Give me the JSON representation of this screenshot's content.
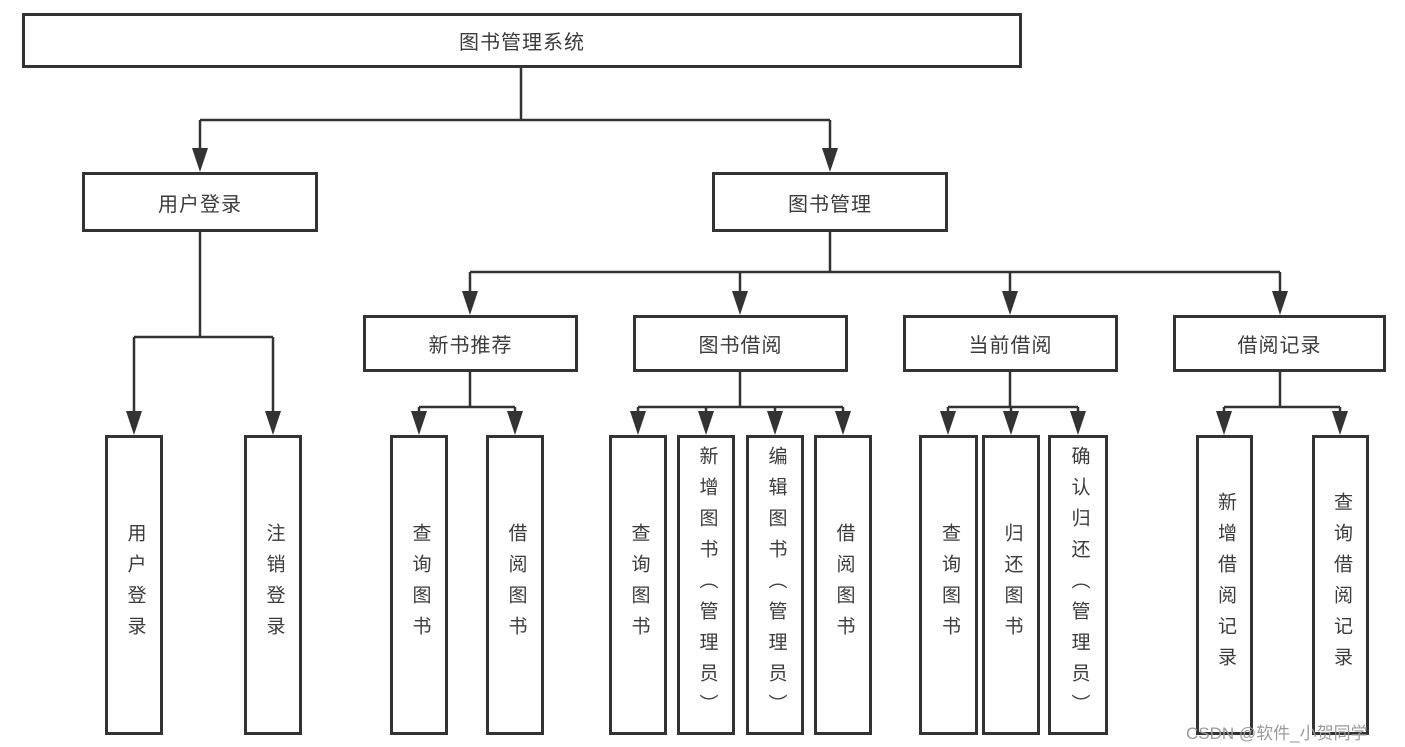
{
  "tree": {
    "root": {
      "label": "图书管理系统"
    },
    "user_branch": {
      "label": "用户登录",
      "children": [
        {
          "label": "用户登录"
        },
        {
          "label": "注销登录"
        }
      ]
    },
    "book_branch": {
      "label": "图书管理",
      "groups": [
        {
          "label": "新书推荐",
          "children": [
            {
              "label": "查询图书"
            },
            {
              "label": "借阅图书"
            }
          ]
        },
        {
          "label": "图书借阅",
          "children": [
            {
              "label": "查询图书"
            },
            {
              "label": "新增图书（管理员）"
            },
            {
              "label": "编辑图书（管理员）"
            },
            {
              "label": "借阅图书"
            }
          ]
        },
        {
          "label": "当前借阅",
          "children": [
            {
              "label": "查询图书"
            },
            {
              "label": "归还图书"
            },
            {
              "label": "确认归还（管理员）"
            }
          ]
        },
        {
          "label": "借阅记录",
          "children": [
            {
              "label": "新增借阅记录"
            },
            {
              "label": "查询借阅记录"
            }
          ]
        }
      ]
    }
  },
  "watermark": {
    "text": "CSDN @软件_小贺同学"
  },
  "colors": {
    "line": "#333333",
    "border": "#333333",
    "text": "#3b3b3b",
    "background": "#ffffff",
    "watermark": "#9b9b9b"
  }
}
